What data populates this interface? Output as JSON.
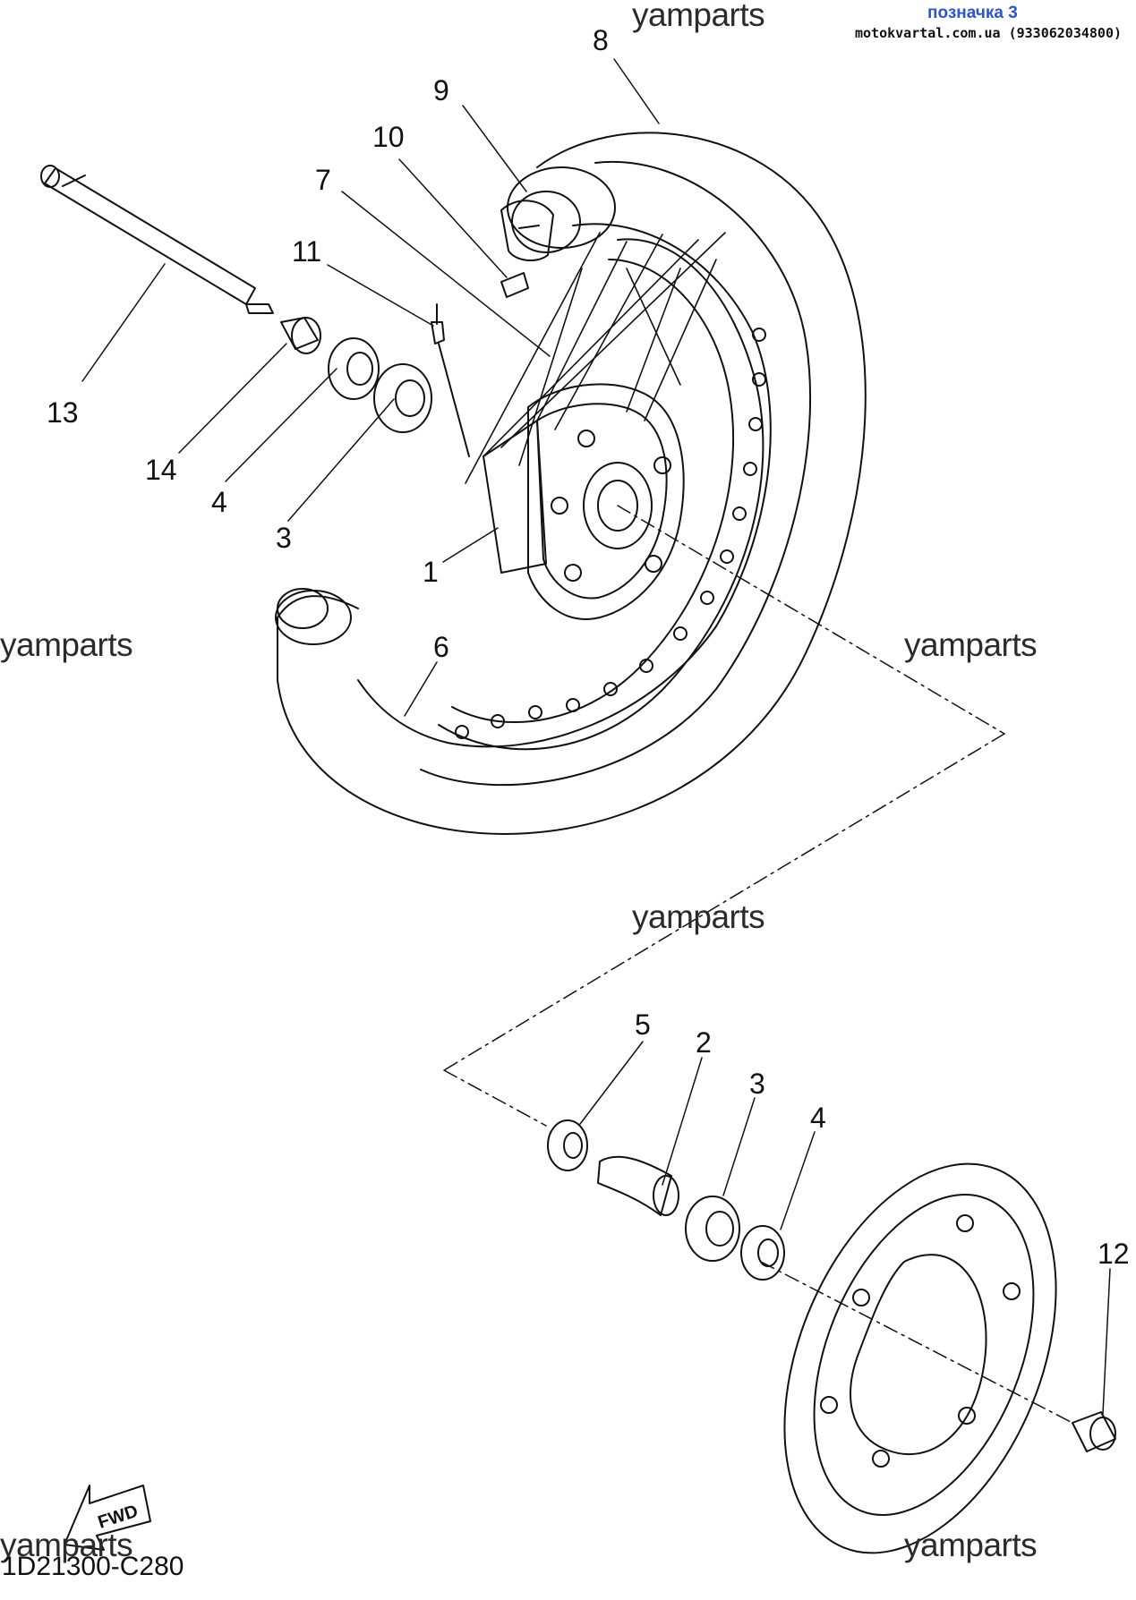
{
  "header": {
    "label": "позначка 3",
    "site": "motokvartal.com.ua (933062034800)"
  },
  "watermark": "yamparts",
  "diagram_code": "1D21300-C280",
  "fwd_label": "FWD",
  "callouts": {
    "c1": "1",
    "c2": "2",
    "c3a": "3",
    "c3b": "3",
    "c4a": "4",
    "c4b": "4",
    "c5": "5",
    "c6": "6",
    "c7": "7",
    "c8": "8",
    "c9": "9",
    "c10": "10",
    "c11": "11",
    "c12": "12",
    "c13": "13",
    "c14": "14"
  }
}
